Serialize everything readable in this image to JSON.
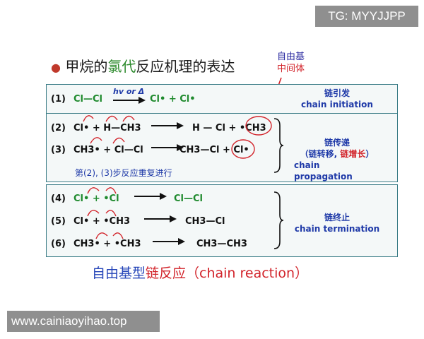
{
  "watermark_top": "TG: MYYJJPP",
  "watermark_bottom": "www.cainiaoyihao.top",
  "title": {
    "bullet": "●",
    "part1": "甲烷的",
    "highlight": "氯代",
    "part2": "反应机理的表达"
  },
  "annotation": {
    "line1": "自由基",
    "line2": "中间体"
  },
  "reactions": [
    {
      "num": "(1)",
      "reactants": "Cl—Cl",
      "condition": "hv or Δ",
      "products": "Cl•  +  Cl•"
    },
    {
      "num": "(2)",
      "reactants": "Cl•  +  H—CH3",
      "products": "H — Cl  +  •CH3"
    },
    {
      "num": "(3)",
      "reactants": "CH3•  +  Cl—Cl",
      "products": "CH3—Cl  +  Cl•"
    },
    {
      "num": "(4)",
      "reactants": "Cl•  +  •Cl",
      "products": "Cl—Cl"
    },
    {
      "num": "(5)",
      "reactants": "Cl•  +  •CH3",
      "products": "CH3—Cl"
    },
    {
      "num": "(6)",
      "reactants": "CH3•  +  •CH3",
      "products": "CH3—CH3"
    }
  ],
  "note": "第(2), (3)步反应重复进行",
  "stages": {
    "initiation": {
      "zh": "链引发",
      "en": "chain initiation"
    },
    "propagation": {
      "zh": "链传递",
      "zh_paren_open": "（链转移, ",
      "zh_red": "链增长",
      "zh_paren_close": "）",
      "en1": "chain",
      "en2": "propagation"
    },
    "termination": {
      "zh": "链终止",
      "en": "chain termination"
    }
  },
  "footer": {
    "part1": "自由基型",
    "part2": "链反应（chain reaction）"
  },
  "colors": {
    "green": "#1f8a2e",
    "blue": "#1f3aa8",
    "red": "#d2232a",
    "teal_border": "#3a7c86"
  }
}
